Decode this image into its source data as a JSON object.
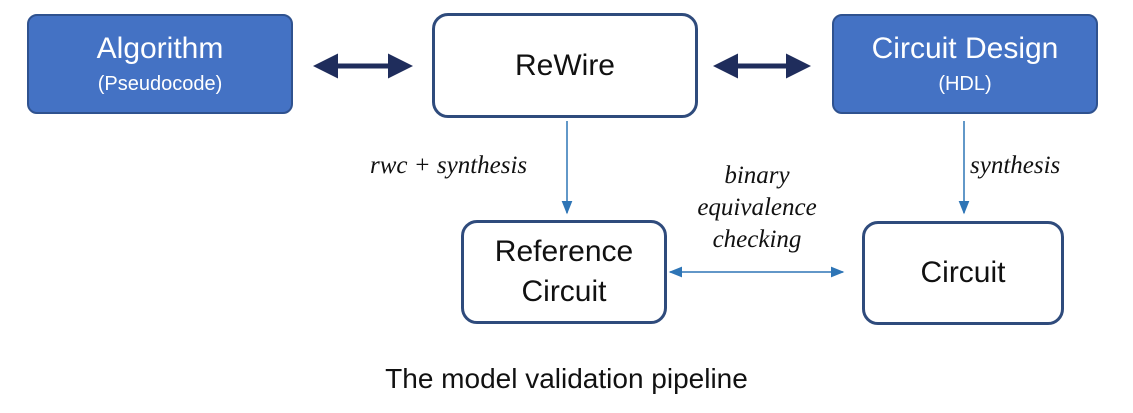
{
  "nodes": {
    "algorithm": {
      "title": "Algorithm",
      "subtitle": "(Pseudocode)"
    },
    "rewire": {
      "title": "ReWire"
    },
    "circuit_design": {
      "title": "Circuit Design",
      "subtitle": "(HDL)"
    },
    "reference_circuit": {
      "title_line1": "Reference",
      "title_line2": "Circuit"
    },
    "circuit": {
      "title": "Circuit"
    }
  },
  "edges": {
    "rewire_to_reference": "rwc + synthesis",
    "design_to_circuit": "synthesis",
    "equivalence_line1": "binary",
    "equivalence_line2": "equivalence",
    "equivalence_line3": "checking"
  },
  "caption": "The model validation pipeline",
  "colors": {
    "filled_box": "#4472c4",
    "outline_box": "#2f4b7c",
    "dark_arrow": "#1f2d5c",
    "light_arrow": "#2e75b6"
  }
}
